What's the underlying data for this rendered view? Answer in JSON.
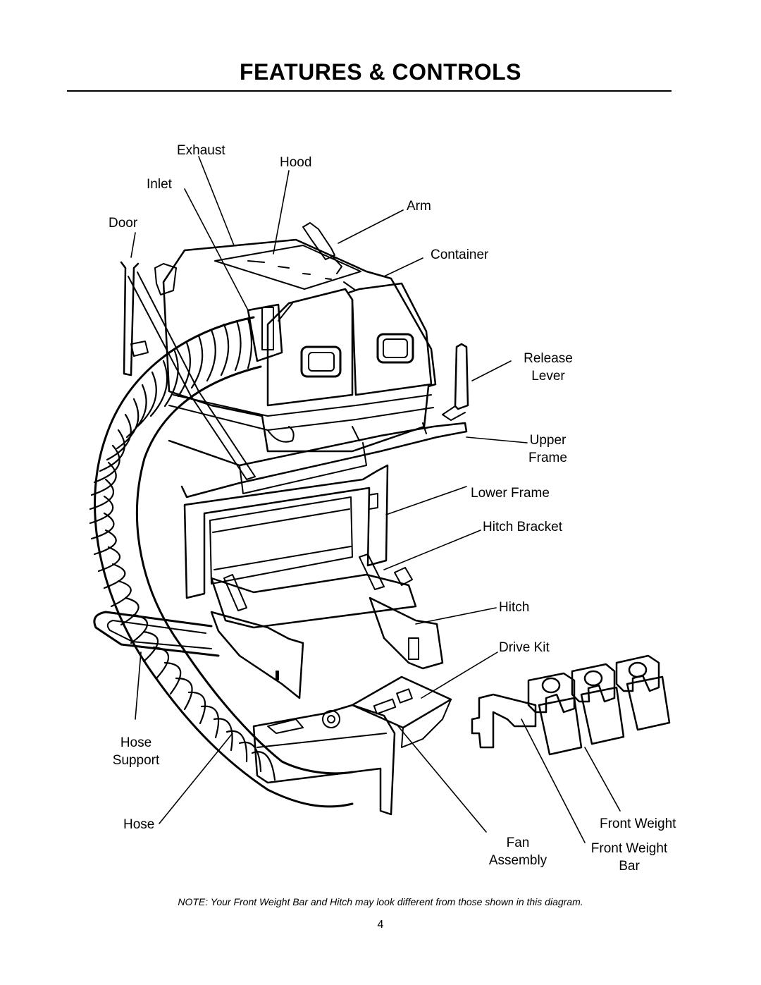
{
  "page": {
    "title": "FEATURES & CONTROLS",
    "note": "NOTE:  Your Front Weight Bar and Hitch may look different from those shown in this diagram.",
    "page_number": "4"
  },
  "labels": {
    "exhaust": "Exhaust",
    "hood": "Hood",
    "inlet": "Inlet",
    "arm": "Arm",
    "door": "Door",
    "container": "Container",
    "release_lever": [
      "Release",
      "Lever"
    ],
    "upper_frame": [
      "Upper",
      "Frame"
    ],
    "lower_frame": "Lower Frame",
    "hitch_bracket": "Hitch Bracket",
    "hitch": "Hitch",
    "drive_kit": "Drive Kit",
    "hose_support": [
      "Hose",
      "Support"
    ],
    "hose": "Hose",
    "front_weight": "Front Weight",
    "fan_assembly": [
      "Fan",
      "Assembly"
    ],
    "front_weight_bar": [
      "Front Weight",
      "Bar"
    ]
  }
}
